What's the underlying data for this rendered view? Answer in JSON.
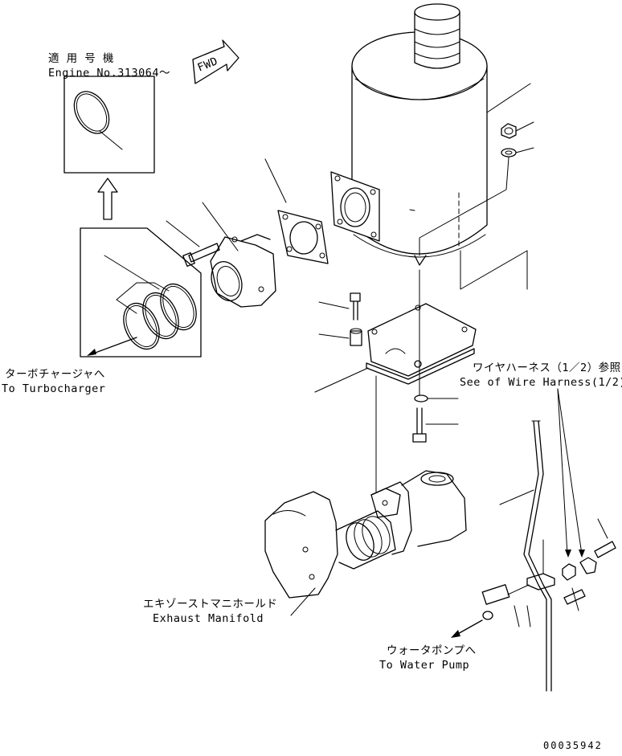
{
  "labels": {
    "applicable_jp": "適 用 号 機",
    "engine_no": "Engine No.313064～",
    "fwd": "FWD",
    "turbo_jp": "ターボチャージャへ",
    "turbo_en": "To Turbocharger",
    "harness_jp": "ワイヤハーネス（1／2）参照",
    "harness_en": "See of Wire Harness(1/2)",
    "manifold_jp": "エキゾーストマニホールド",
    "manifold_en": "Exhaust Manifold",
    "pump_jp": "ウォータポンプへ",
    "pump_en": "To Water Pump",
    "drawing_no": "00035942"
  }
}
